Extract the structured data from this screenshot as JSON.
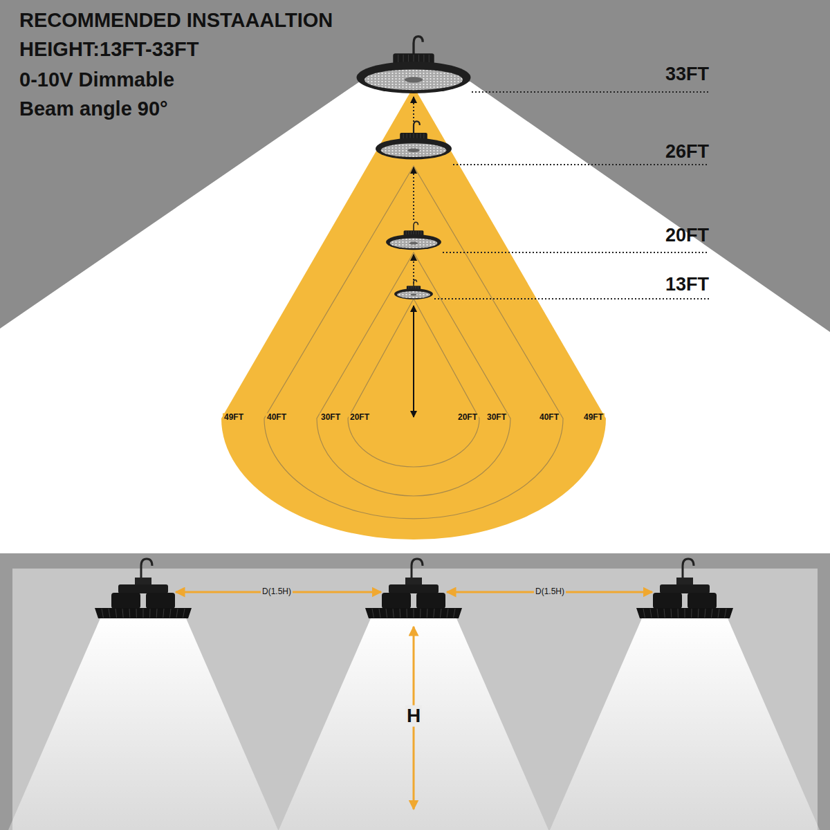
{
  "diagram": {
    "title": "RECOMMENDED INSTAAALTION",
    "labels": [
      "HEIGHT:13FT-33FT",
      "0-10V Dimmable",
      "Beam angle 90°",
      "33FT",
      "26FT",
      "20FT",
      "13FT",
      "49FT",
      "40FT",
      "30FT",
      "20FT",
      "20FT",
      "30FT",
      "40FT",
      "49FT",
      "D(1.5H)",
      "D(1.5H)",
      "H"
    ]
  }
}
